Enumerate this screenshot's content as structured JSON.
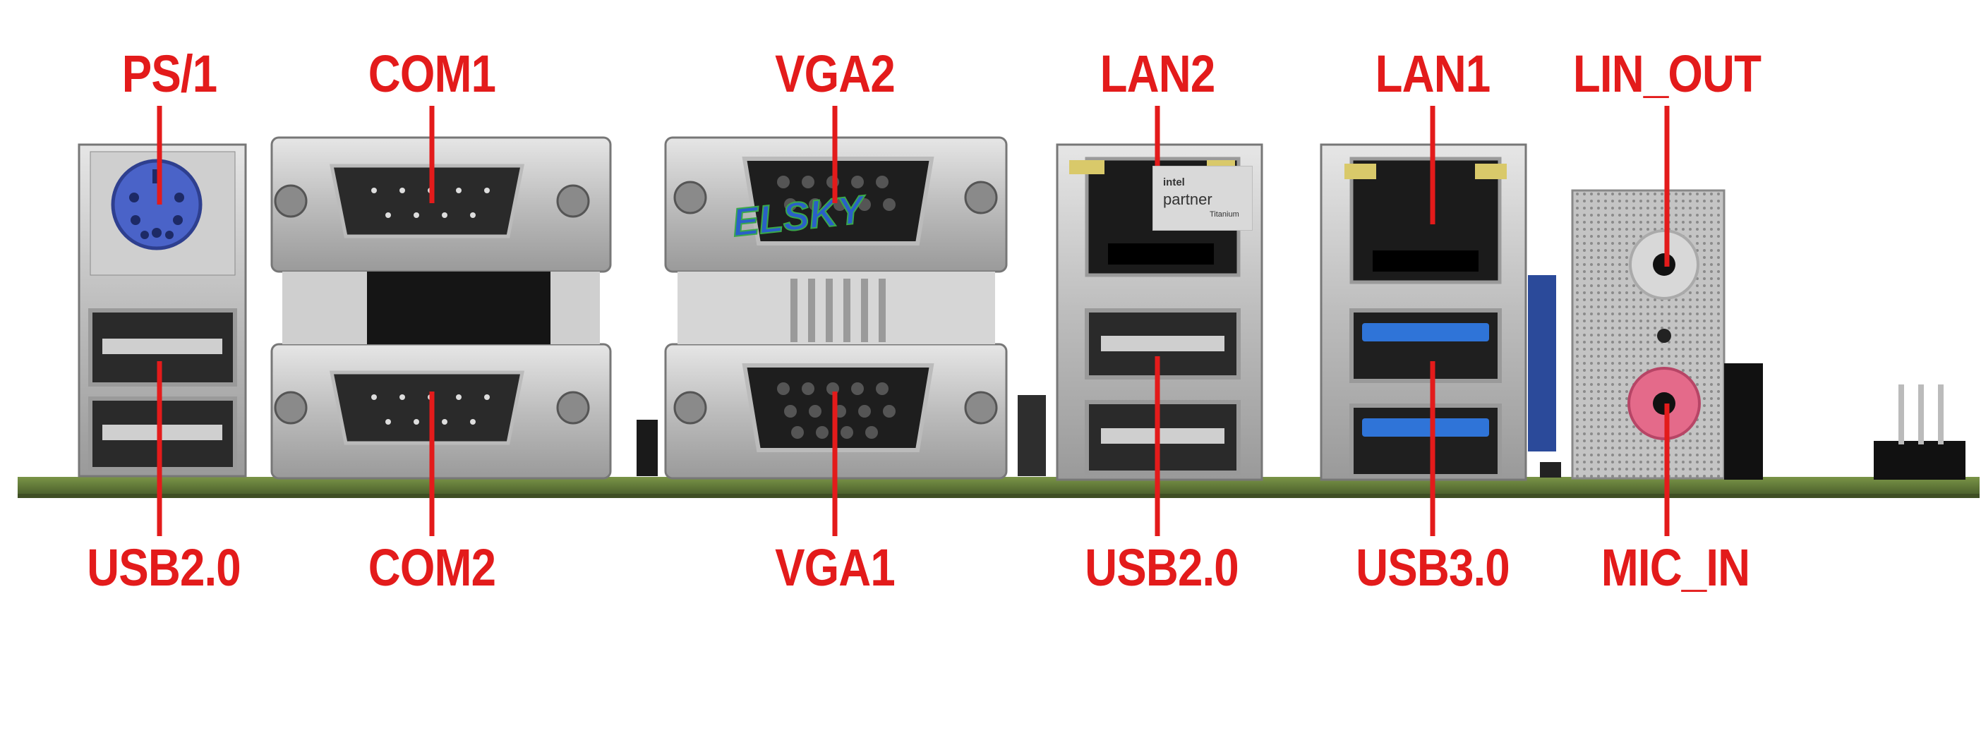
{
  "labels": {
    "ps1": "PS/1",
    "com1": "COM1",
    "vga2": "VGA2",
    "lan2": "LAN2",
    "lan1": "LAN1",
    "lin_out": "LIN_OUT",
    "usb20_left": "USB2.0",
    "com2": "COM2",
    "vga1": "VGA1",
    "usb20_mid": "USB2.0",
    "usb30": "USB3.0",
    "mic_in": "MIC_IN"
  },
  "badge": {
    "brand": "intel",
    "line": "partner",
    "tier": "Titanium"
  },
  "logo_text": "ELSKY",
  "colors": {
    "label": "#e31b1b",
    "pcb": "#5f7a3a",
    "metal": "#b8b8b8",
    "ps2_port": "#4a63c8",
    "usb3_tongue": "#2f74d8",
    "line_out_jack": "#d8d8d8",
    "mic_jack": "#e46a8a"
  }
}
